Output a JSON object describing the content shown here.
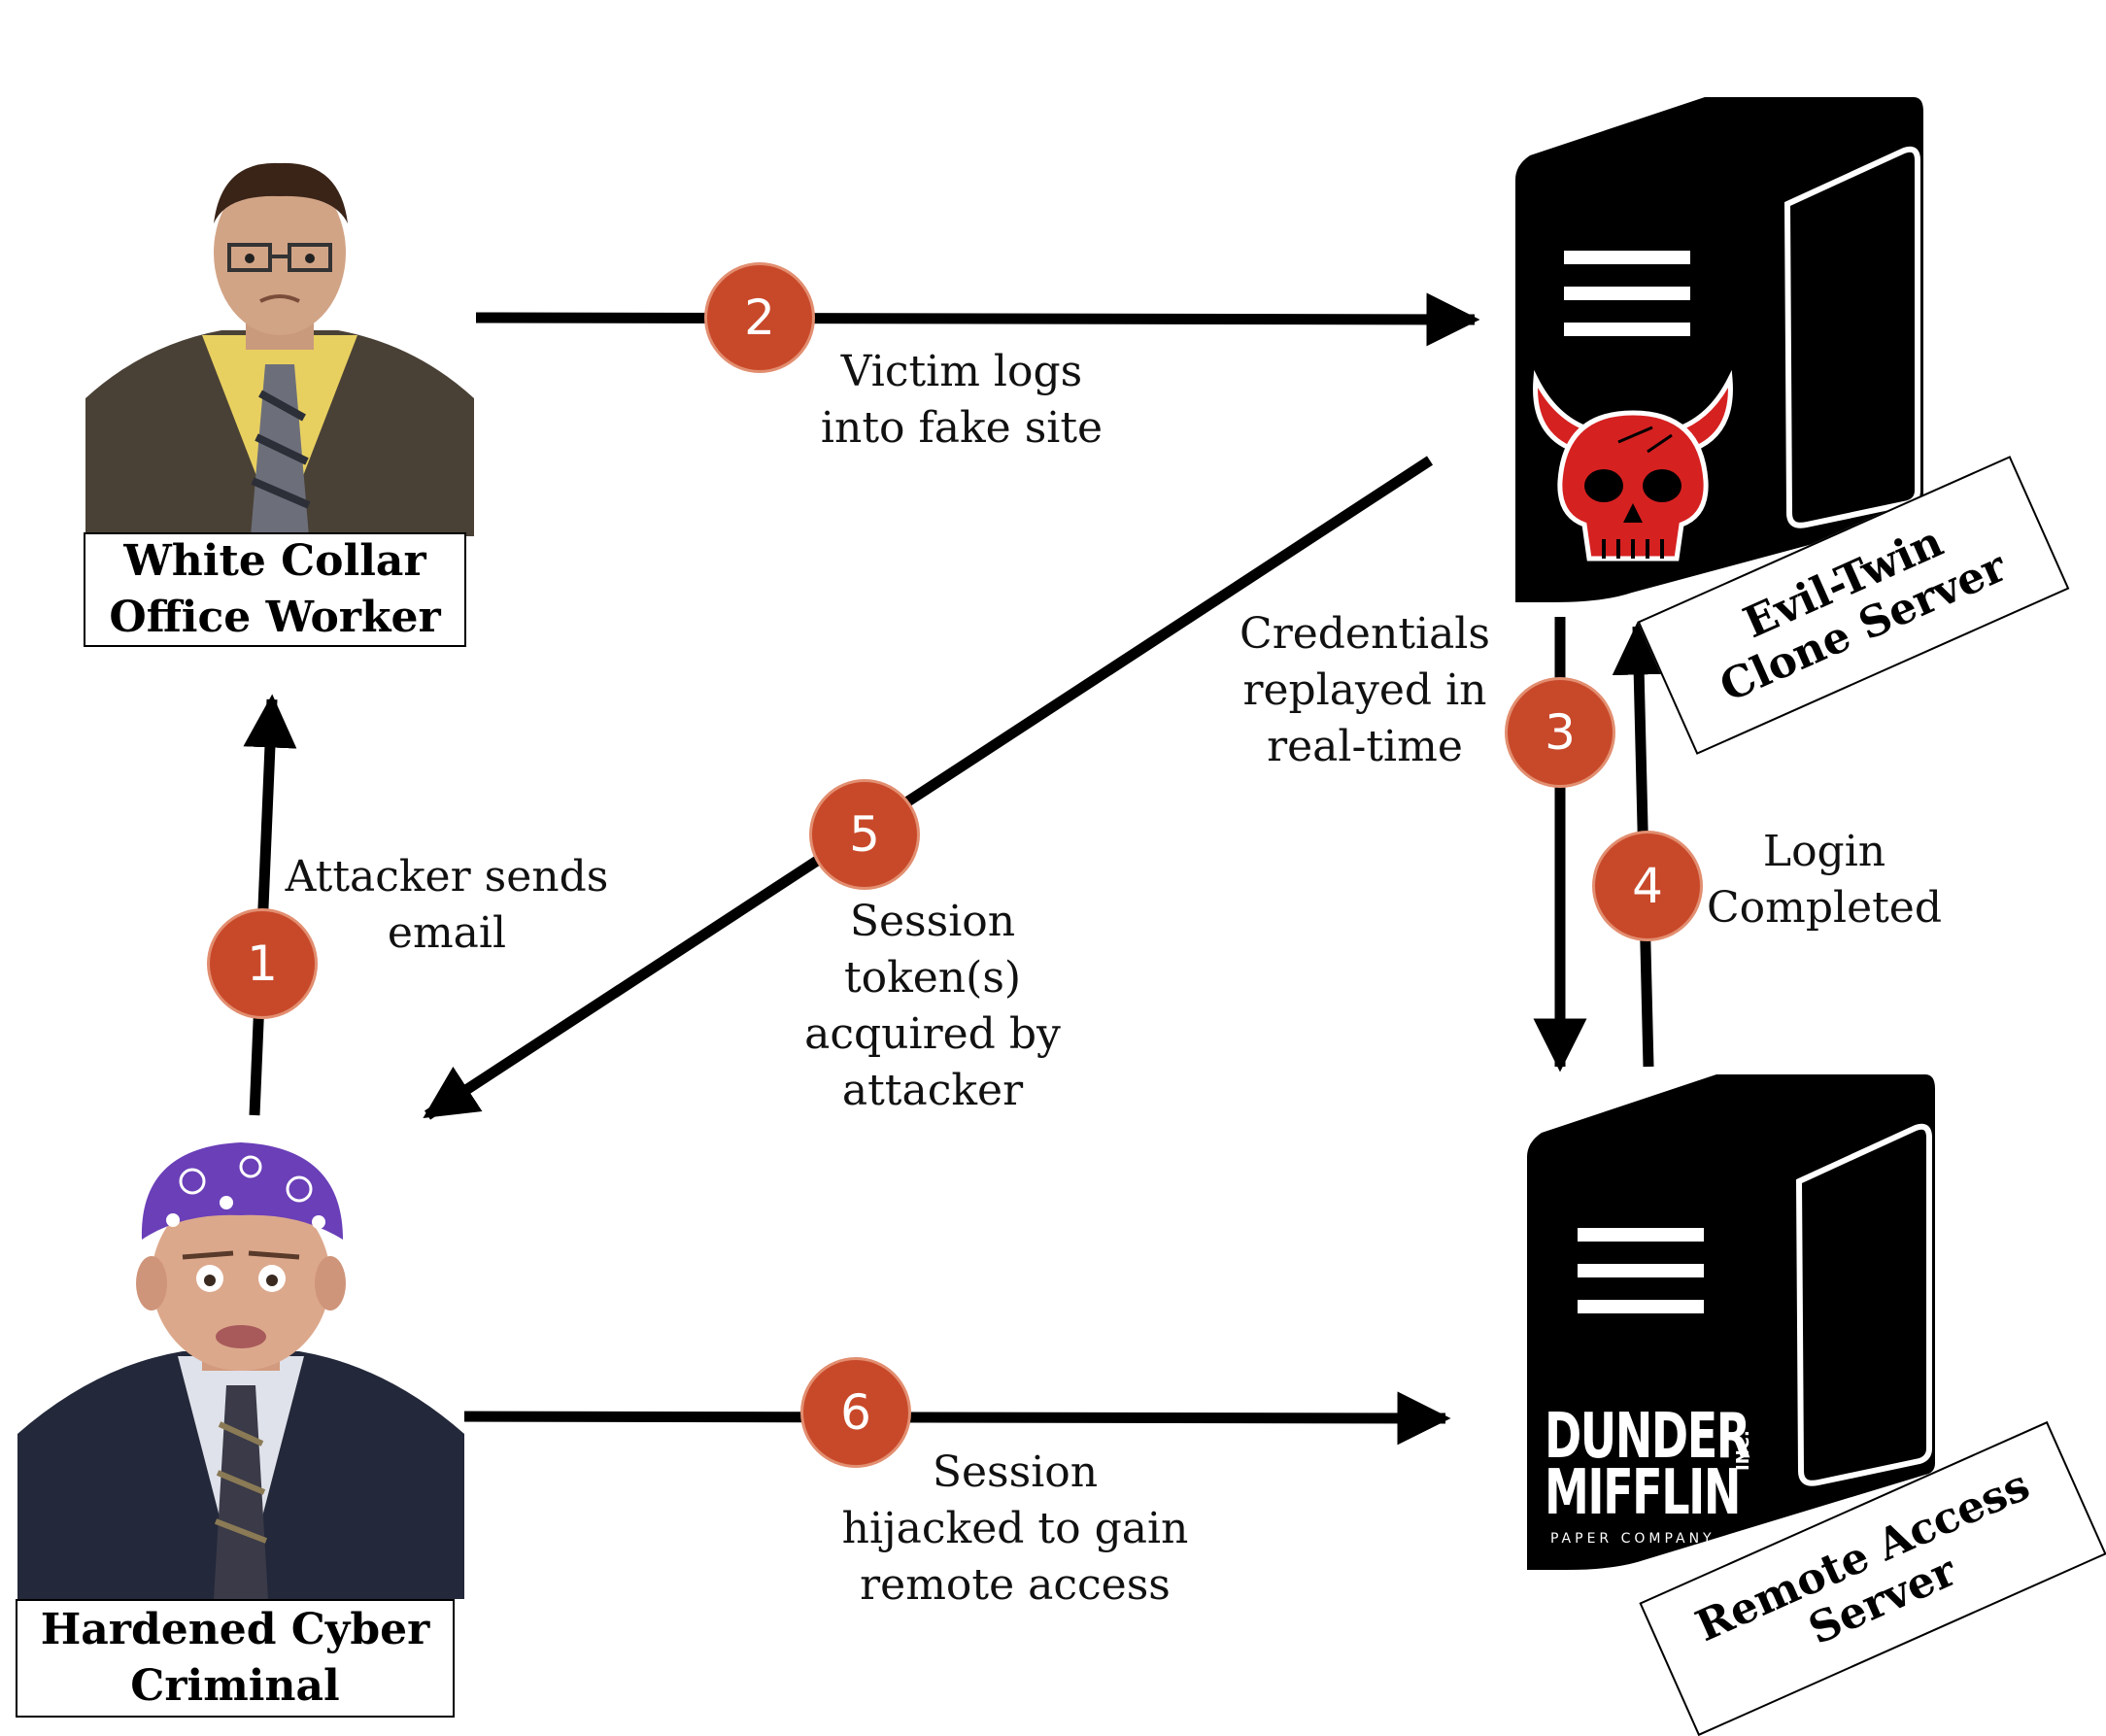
{
  "colors": {
    "badge": "#c8492a",
    "badge_stroke": "#e28e70",
    "arrow": "#000000",
    "server_body": "#000000",
    "skull": "#d62121"
  },
  "actors": {
    "worker": {
      "label": "White Collar\nOffice Worker"
    },
    "criminal": {
      "label": "Hardened Cyber\nCriminal"
    }
  },
  "servers": {
    "evil_twin": {
      "label": "Evil-Twin\nClone Server",
      "icon": "devil-skull-icon"
    },
    "remote": {
      "label": "Remote Access\nServer",
      "logo": {
        "line1": "DUNDER",
        "line2": "MIFFLIN",
        "inc": "INC.",
        "tagline": "PAPER COMPANY"
      }
    }
  },
  "steps": [
    {
      "number": "1",
      "caption": "Attacker sends\nemail"
    },
    {
      "number": "2",
      "caption": "Victim logs\ninto fake site"
    },
    {
      "number": "3",
      "caption": "Credentials\nreplayed in\nreal-time"
    },
    {
      "number": "4",
      "caption": "Login\nCompleted"
    },
    {
      "number": "5",
      "caption": "Session\ntoken(s)\nacquired by\nattacker"
    },
    {
      "number": "6",
      "caption": "Session\nhijacked to gain\nremote access"
    }
  ]
}
